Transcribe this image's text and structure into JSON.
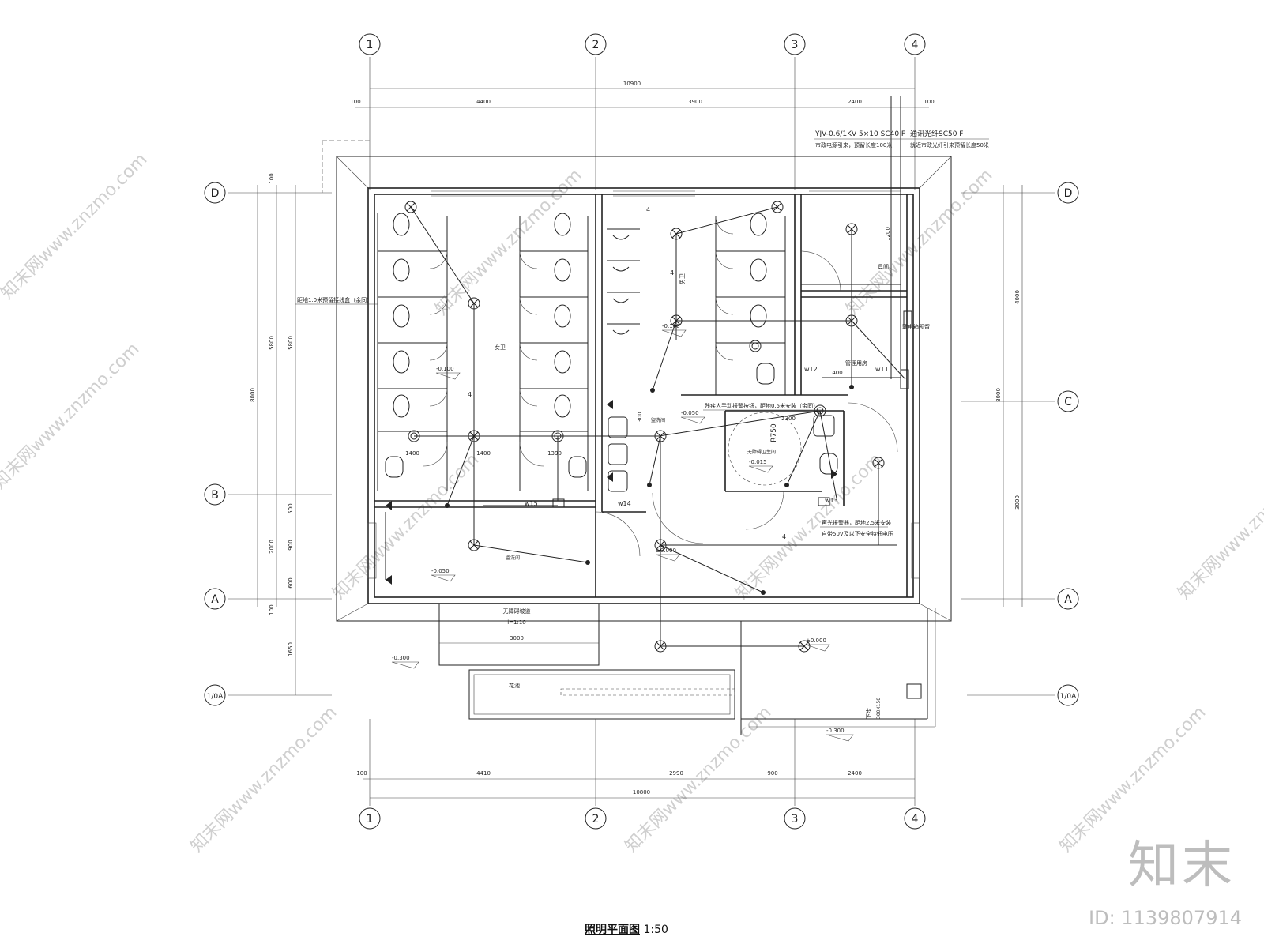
{
  "title": {
    "main": "照明平面图",
    "scale": "1:50"
  },
  "axes_top": [
    "1",
    "2",
    "3",
    "4"
  ],
  "axes_bottom": [
    "1",
    "2",
    "3",
    "4"
  ],
  "axes_left": [
    "D",
    "B",
    "A",
    "1/0A"
  ],
  "axes_right": [
    "D",
    "C",
    "A",
    "1/0A"
  ],
  "dims_top": {
    "total": "10900",
    "segments": [
      "100",
      "4400",
      "3900",
      "2400",
      "100"
    ]
  },
  "dims_bottom": {
    "total": "10800",
    "segments": [
      "100",
      "4410",
      "2990",
      "900",
      "2400"
    ]
  },
  "dims_left": {
    "outer": "8000",
    "a": "5800",
    "b": "5800",
    "c": "500",
    "d": "2000",
    "e": "900",
    "f": "600",
    "g": "100",
    "h": "100",
    "i": "1650"
  },
  "dims_right": {
    "outer": "8000",
    "a": "4000",
    "b": "3000"
  },
  "notes": {
    "cable": "YJV-0.6/1KV 5×10 SC40 F",
    "cable_sub": "市政电源引来，预留长度100米",
    "fiber": "通讯光纤SC50 F",
    "fiber_sub": "就近市政光纤引来预留长度50米",
    "junction": "距地1.0米预留接线盒（余同）",
    "alarm_btn": "残疾人手动报警按钮，距地0.5米安装（余同）",
    "alarm_light": "声光报警器，距地2.5米安装",
    "transformer": "自带50V及以下安全特低电压",
    "weak_box": "弱电箱预留"
  },
  "rooms": {
    "female": "女卫",
    "male": "男卫",
    "tool": "工具间",
    "mgmt": "管理用房",
    "accessible": "无障碍卫生间",
    "wash": "盥洗间",
    "wash2": "盥洗间",
    "ramp": "无障碍坡道",
    "ramp_slope": "i=1:10",
    "ramp_len": "3000",
    "planter": "花池",
    "stairs": "下步",
    "stairs_dim": "300X150"
  },
  "levels": [
    "-0.100",
    "-0.100",
    "-0.050",
    "-0.015",
    "-0.050",
    "±0.000",
    "±0.000",
    "-0.300",
    "-0.300"
  ],
  "dims_inner": [
    "1400",
    "1400",
    "1390",
    "300",
    "2300",
    "R750",
    "400",
    "1200"
  ],
  "circuits": [
    "w15",
    "w14",
    "w13",
    "w12",
    "w11",
    "4",
    "4",
    "4",
    "4"
  ],
  "watermark": "知末网www.znzmo.com",
  "brand": "知末",
  "image_id": "ID: 1139807914"
}
